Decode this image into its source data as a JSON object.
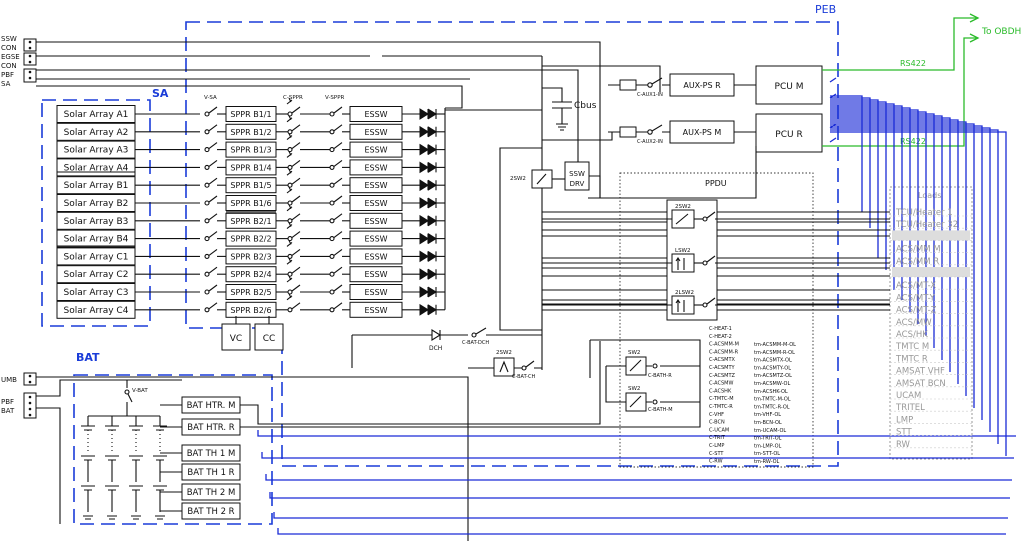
{
  "regions": {
    "peb": "PEB",
    "sa": "SA",
    "bat": "BAT",
    "ppdu": "PPDU",
    "loads": "Loads"
  },
  "connectors": {
    "ssw_con": [
      "SSW",
      "CON"
    ],
    "egse_con": [
      "EGSE",
      "CON"
    ],
    "pbf_sa": [
      "PBF",
      "SA"
    ],
    "umb": "UMB",
    "pbf_bat": [
      "PBF",
      "BAT"
    ]
  },
  "solar_arrays": [
    "Solar Array A1",
    "Solar Array A2",
    "Solar Array A3",
    "Solar Array A4",
    "Solar Array B1",
    "Solar Array B2",
    "Solar Array B3",
    "Solar Array B4",
    "Solar Array C1",
    "Solar Array C2",
    "Solar Array C3",
    "Solar Array C4"
  ],
  "spprs": [
    "SPPR B1/1",
    "SPPR B1/2",
    "SPPR B1/3",
    "SPPR B1/4",
    "SPPR B1/5",
    "SPPR B1/6",
    "SPPR B2/1",
    "SPPR B2/2",
    "SPPR B2/3",
    "SPPR B2/4",
    "SPPR B2/5",
    "SPPR B2/6"
  ],
  "essw": "ESSW",
  "switch_labels": {
    "v_sa": "V-SA",
    "c_sppr": "C-SPPR",
    "v_sppr": "V-SPPR",
    "v_bat": "V-BAT"
  },
  "vc": "VC",
  "cc": "CC",
  "cbus": "Cbus",
  "ssw_drv": [
    "SSW",
    "DRV"
  ],
  "sw_2sw2": "2SW2",
  "aux_m": "AUX-PS  R",
  "aux_r": "AUX-PS  M",
  "c_aux1": "C-AUX1-IN",
  "c_aux2": "C-AUX2-IN",
  "pcu_m": "PCU  M",
  "pcu_r": "PCU  R",
  "rs422_top": "RS422",
  "rs422_bottom": "RS422",
  "to_obdh": "To OBDH",
  "dch": "DCH",
  "c_bat_dch": "C-BAT-DCH",
  "c_bat_ch": "C-BAT-CH",
  "ppdu_switches": [
    "2SW2",
    "LSW2",
    "2LSW2"
  ],
  "bath_sw": [
    "SW2",
    "SW2"
  ],
  "c_bath_r": "C-BATH-R",
  "c_bath_m": "C-BATH-M",
  "ppdu_cmds": [
    "C-HEAT-1",
    "C-HEAT-2",
    "C-ACSMM-M",
    "C-ACSMM-R",
    "C-ACSMTX",
    "C-ACSMTY",
    "C-ACSMTZ",
    "C-ACSMW",
    "C-ACSHK",
    "C-TMTC-M",
    "C-TMTC-R",
    "C-VHF",
    "C-BCN",
    "C-UCAM",
    "C-TRIT",
    "C-LMP",
    "C-STT",
    "C-RW"
  ],
  "ppdu_tlm": [
    "tm-ACSMM-M-OL",
    "tm-ACSMM-R-OL",
    "tm-ACSMTX-OL",
    "tm-ACSMTY-OL",
    "tm-ACSMTZ-OL",
    "tm-ACSMW-OL",
    "tm-ACSHK-OL",
    "tm-TMTC-M-OL",
    "tm-TMTC-R-OL",
    "tm-VHF-OL",
    "tm-BCN-OL",
    "tm-UCAM-OL",
    "tm-TRIT-OL",
    "tm-LMP-OL",
    "tm-STT-OL",
    "tm-RW-OL"
  ],
  "loads": [
    "TCU/Heater 1",
    "TCU/Heater 32",
    "",
    "ACS/MM M",
    "ACS/MM R",
    "",
    "ACS/MT-X",
    "ACS/MT-Y",
    "ACS/MT-Z",
    "ACS/MW",
    "ACS/HK",
    "TMTC M",
    "TMTC R",
    "AMSAT VHF",
    "AMSAT BCN",
    "UCAM",
    "TRITEL",
    "LMP",
    "STT",
    "RW"
  ],
  "bat_boxes": [
    "BAT HTR. M",
    "BAT HTR. R",
    "BAT TH 1 M",
    "BAT TH 1 R",
    "BAT TH 2 M",
    "BAT TH 2 R"
  ]
}
